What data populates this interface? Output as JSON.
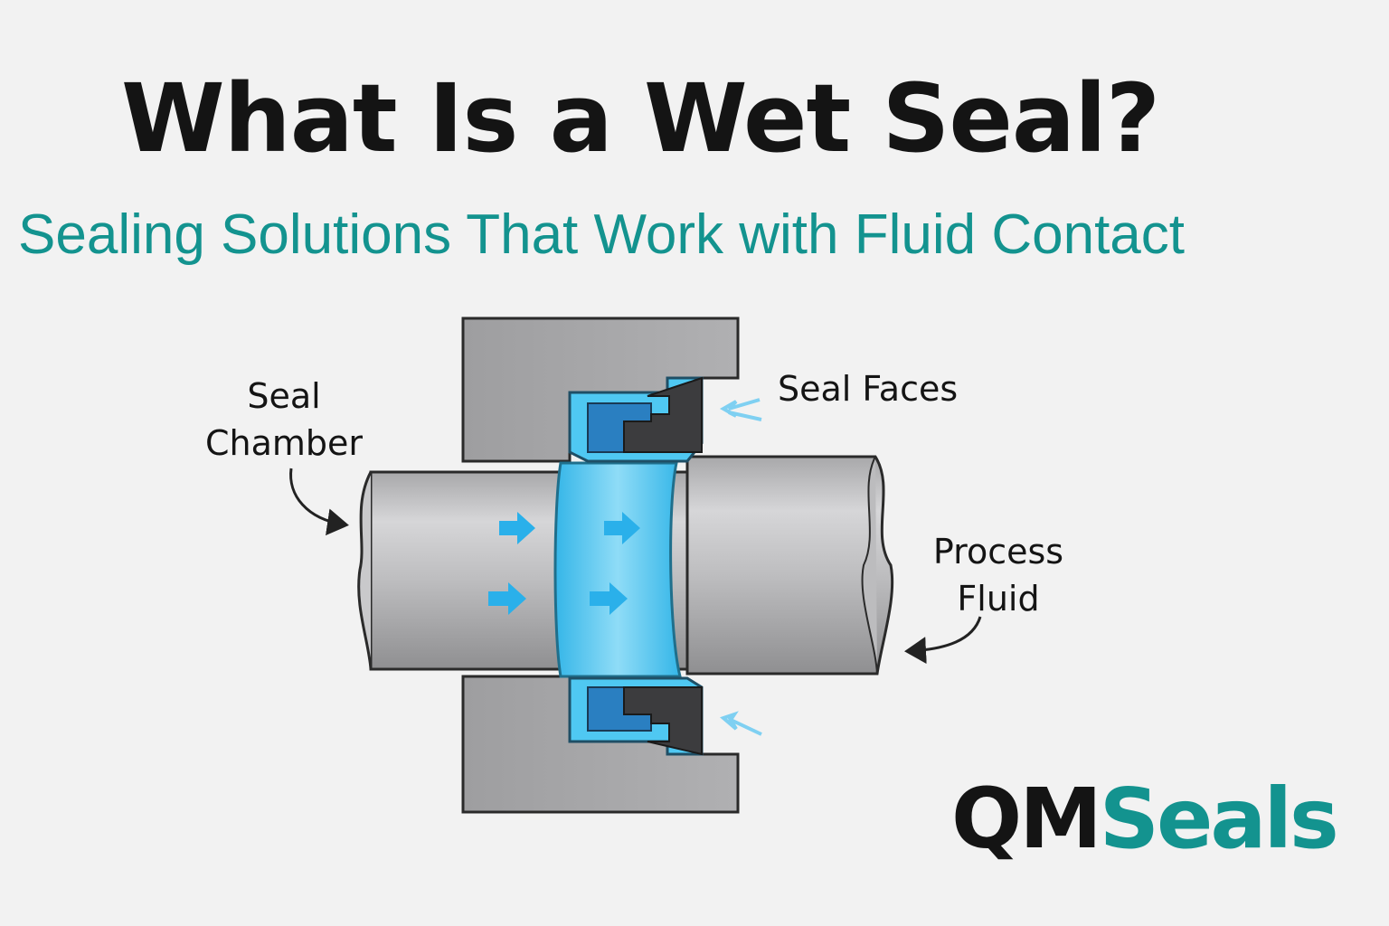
{
  "title": "What Is a Wet Seal?",
  "subtitle": "Sealing Solutions That Work with Fluid Contact",
  "labels": {
    "seal_chamber": [
      "Seal",
      "Chamber"
    ],
    "seal_faces": "Seal Faces",
    "process_fluid": [
      "Process",
      "Fluid"
    ]
  },
  "logo": {
    "part1": "QM",
    "part2": "Seals"
  },
  "colors": {
    "accent": "#13938f",
    "fluid": "#4fc8f2",
    "housing": "#a0a0a2",
    "seal_face": "#3c3c3e"
  }
}
